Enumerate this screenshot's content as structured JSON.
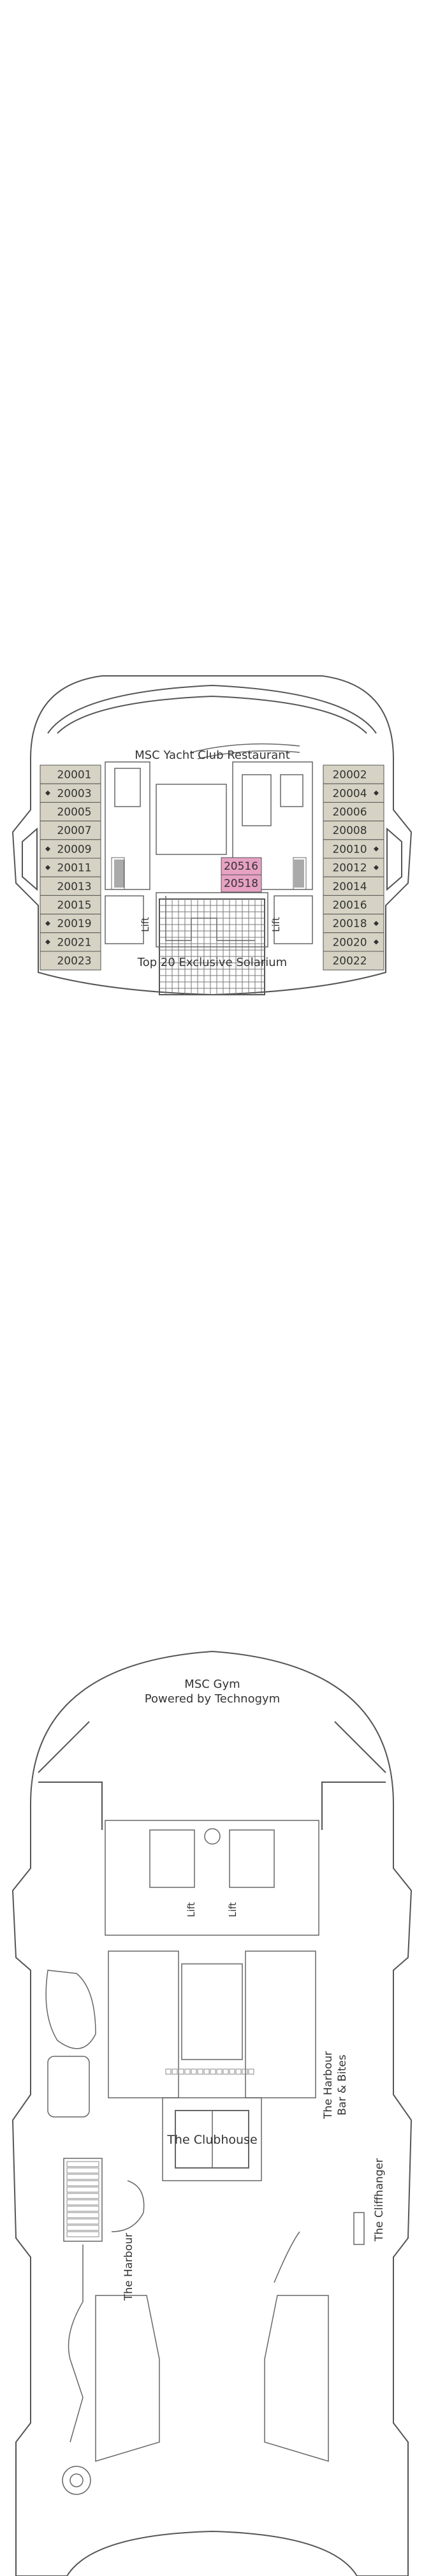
{
  "deck_upper": {
    "restaurant_label": "MSC Yacht Club Restaurant",
    "solarium_label": "Top 20 Exclusive Solarium",
    "lift_label": "Lift",
    "cabins_left": [
      {
        "num": "20001",
        "dot": false
      },
      {
        "num": "20003",
        "dot": true
      },
      {
        "num": "20005",
        "dot": false
      },
      {
        "num": "20007",
        "dot": false
      },
      {
        "num": "20009",
        "dot": true
      },
      {
        "num": "20011",
        "dot": true
      },
      {
        "num": "20013",
        "dot": false
      },
      {
        "num": "20015",
        "dot": false
      },
      {
        "num": "20019",
        "dot": true
      },
      {
        "num": "20021",
        "dot": true
      },
      {
        "num": "20023",
        "dot": false
      }
    ],
    "cabins_right": [
      {
        "num": "20002",
        "dot": false
      },
      {
        "num": "20004",
        "dot": true
      },
      {
        "num": "20006",
        "dot": false
      },
      {
        "num": "20008",
        "dot": false
      },
      {
        "num": "20010",
        "dot": true
      },
      {
        "num": "20012",
        "dot": true
      },
      {
        "num": "20014",
        "dot": false
      },
      {
        "num": "20016",
        "dot": false
      },
      {
        "num": "20018",
        "dot": true
      },
      {
        "num": "20020",
        "dot": true
      },
      {
        "num": "20022",
        "dot": false
      }
    ],
    "highlighted_cabins": [
      "20516",
      "20518"
    ]
  },
  "deck_lower": {
    "gym_label_line1": "MSC Gym",
    "gym_label_line2": "Powered by Technogym",
    "lift_label": "Lift",
    "clubhouse_label": "The Clubhouse",
    "harbour_bar_line1": "The Harbour",
    "harbour_bar_line2": "Bar & Bites",
    "harbour_label": "The Harbour",
    "cliffhanger_label": "The Cliffhanger"
  },
  "colors": {
    "cabin_fill": "#d6d3c4",
    "highlight_fill": "#e7a1c3",
    "line": "#555555"
  }
}
